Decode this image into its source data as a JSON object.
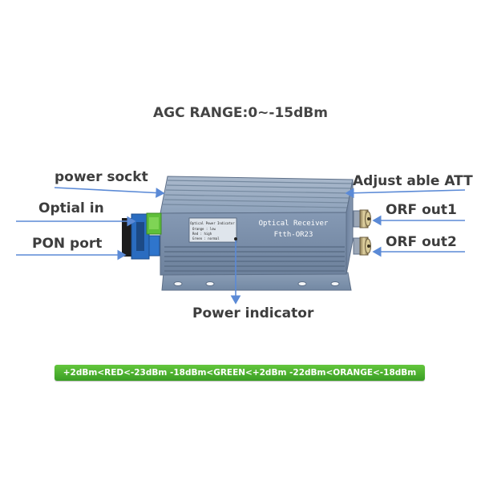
{
  "agc_range": "AGC RANGE:0~-15dBm",
  "labels": {
    "power_socket": "power sockt",
    "optical_in": "Optial in",
    "pon_port": "PON port",
    "adjustable_att": "Adjust able ATT",
    "orf_out1": "ORF out1",
    "orf_out2": "ORF out2",
    "power_indicator": "Power indicator"
  },
  "device": {
    "title": "Optical  Receiver",
    "model": "Ftth-OR23",
    "indicator_panel": {
      "title": "Optical Power Indicator",
      "rows": [
        "Orange : low",
        "Red    : high",
        "Green  : normal"
      ]
    }
  },
  "banner": "+2dBm<RED<-23dBm -18dBm<GREEN<+2dBm -22dBm<ORANGE<-18dBm",
  "colors": {
    "housing": "#8096b3",
    "arrow": "#5b8ad6",
    "banner": "#4caf30",
    "connector_green": "#5fbf3a",
    "connector_blue": "#2a6cc0"
  }
}
